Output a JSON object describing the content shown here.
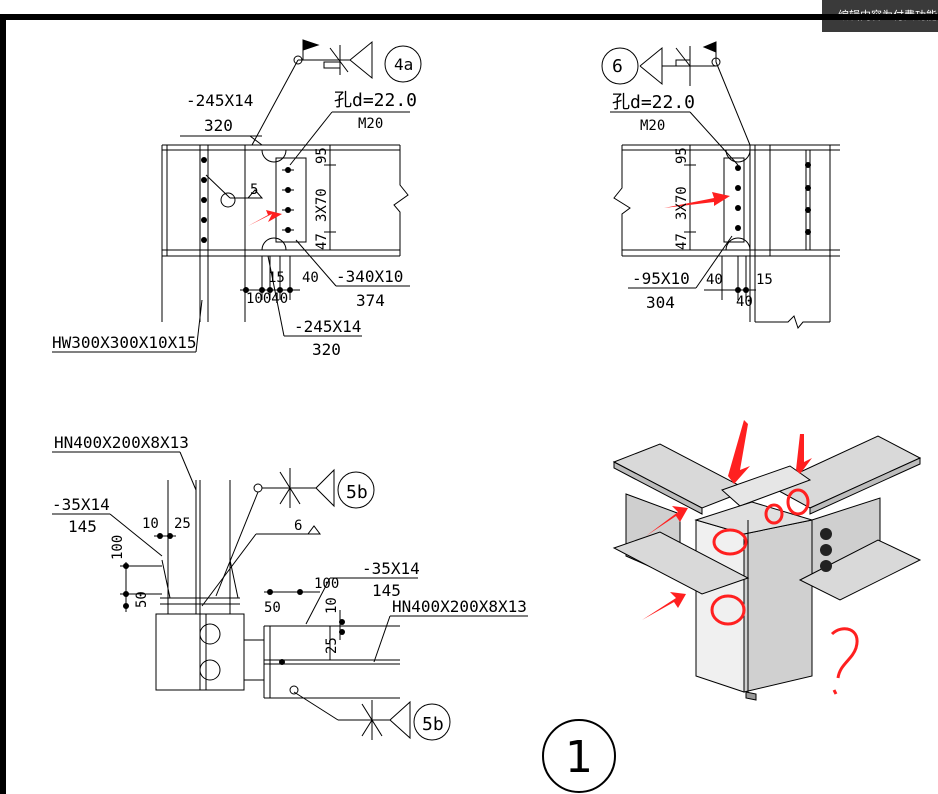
{
  "banner": {
    "text": "编辑内容为付费功能"
  },
  "colors": {
    "annotation": "#ff2020",
    "line": "#000000",
    "background": "#ffffff"
  },
  "top_left": {
    "flange_top_spec": "-245X14",
    "flange_top_len": "320",
    "hole_spec": "孔d=22.0",
    "bolt": "M20",
    "weld_ref": "4a",
    "weld_size": "5",
    "dim_95": "95",
    "dim_3x70": "3X70",
    "dim_47": "47",
    "dim_15": "15",
    "dim_40": "40",
    "dim_100": "10040",
    "plate_spec": "-340X10",
    "plate_len": "374",
    "flange_bot_spec": "-245X14",
    "flange_bot_len": "320",
    "column_spec": "HW300X300X10X15"
  },
  "top_right": {
    "weld_ref": "6",
    "hole_spec": "孔d=22.0",
    "bolt": "M20",
    "dim_95": "95",
    "dim_3x70": "3X70",
    "dim_47": "47",
    "plate_spec": "-95X10",
    "plate_len": "304",
    "dim_40a": "40",
    "dim_40b": "40",
    "dim_15": "15"
  },
  "bottom_left": {
    "beam_top_spec": "HN400X200X8X13",
    "stiff_spec": "-35X14",
    "stiff_len": "145",
    "dim_10": "10",
    "dim_25": "25",
    "dim_100v": "100",
    "dim_50v": "50",
    "weld_ref_top": "5b",
    "weld_size": "6",
    "stiff2_spec": "-35X14",
    "stiff2_len": "145",
    "dim_100h": "100",
    "dim_50h": "50",
    "dim_10v": "10",
    "dim_25v": "25",
    "beam_right_spec": "HN400X200X8X13",
    "weld_ref_bot": "5b"
  },
  "detail_number": "1"
}
